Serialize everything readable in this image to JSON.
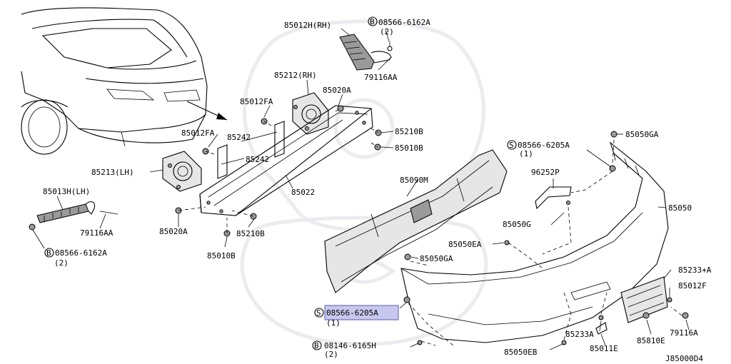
{
  "colors": {
    "line": "#000000",
    "highlight": "#c8c8ee",
    "highlight_border": "#5a5ab4",
    "watermark": "#ececf0"
  },
  "labels": {
    "l85012H_RH": "85012H(RH)",
    "lB08566_6162A_top": "08566-6162A",
    "lB08566_6162A_top_qty": "(2)",
    "l79116AA_top": "79116AA",
    "l85212_RH": "85212(RH)",
    "l85020A_top": "85020A",
    "l85012FA_a": "85012FA",
    "l85012FA_b": "85012FA",
    "l85242_a": "85242",
    "l85242_b": "85242",
    "l85210B_top": "85210B",
    "l85010B_top": "85010B",
    "l85213_LH": "85213(LH)",
    "l85022": "85022",
    "l85090M": "85090M",
    "l85013H_LH": "85013H(LH)",
    "l79116AA_left": "79116AA",
    "l85020A_bottom": "85020A",
    "l85210B_bottom": "85210B",
    "l85010B_bottom": "85010B",
    "lB08566_6162A_left": "08566-6162A",
    "lB08566_6162A_left_qty": "(2)",
    "l85050GA_top": "85050GA",
    "lS08566_6205A_top": "08566-6205A",
    "lS08566_6205A_top_qty": "(1)",
    "l96252P": "96252P",
    "l85050": "85050",
    "l85050G": "85050G",
    "l85050EA": "85050EA",
    "l85050GA_mid": "85050GA",
    "lS08566_6205A_sel": "08566-6205A",
    "lS08566_6205A_sel_qty": "(1)",
    "lB08146_6165H": "08146-6165H",
    "lB08146_6165H_qty": "(2)",
    "l85233A_right": "85233+A",
    "l85012F": "85012F",
    "l79116A": "79116A",
    "l85233A": "85233A",
    "l85810E": "85810E",
    "l85011E": "85011E",
    "l85050EB": "85050EB",
    "diagram_code": "J85000D4",
    "sym_B": "B",
    "sym_S": "S"
  }
}
